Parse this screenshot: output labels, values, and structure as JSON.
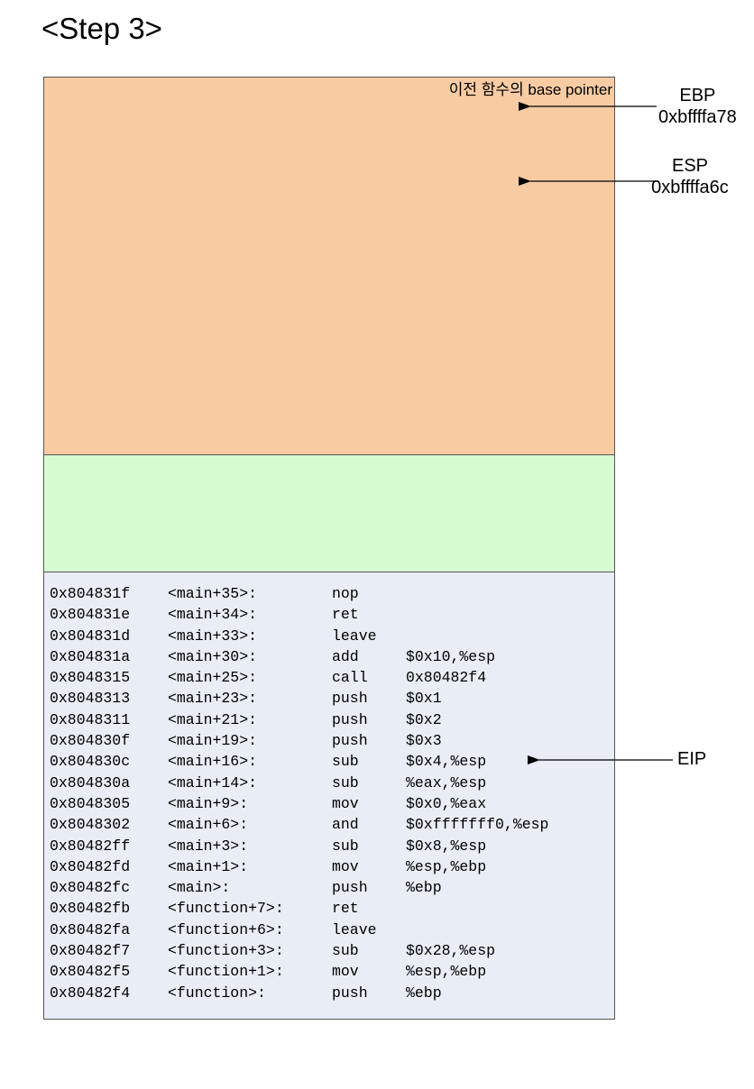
{
  "title": "<Step 3>",
  "stack_frame": {
    "label": "이전 함수의 base pointer"
  },
  "registers": {
    "ebp": {
      "name": "EBP",
      "value": "0xbffffa78"
    },
    "esp": {
      "name": "ESP",
      "value": "0xbffffa6c"
    },
    "eip": {
      "name": "EIP"
    }
  },
  "code": [
    {
      "addr": "0x804831f",
      "sym": "<main+35>:",
      "op": "nop",
      "arg": ""
    },
    {
      "addr": "0x804831e",
      "sym": "<main+34>:",
      "op": "ret",
      "arg": ""
    },
    {
      "addr": "0x804831d",
      "sym": "<main+33>:",
      "op": "leave",
      "arg": ""
    },
    {
      "addr": "0x804831a",
      "sym": "<main+30>:",
      "op": "add",
      "arg": "$0x10,%esp"
    },
    {
      "addr": "0x8048315",
      "sym": "<main+25>:",
      "op": "call",
      "arg": "0x80482f4"
    },
    {
      "addr": "0x8048313",
      "sym": "<main+23>:",
      "op": "push",
      "arg": "$0x1"
    },
    {
      "addr": "0x8048311",
      "sym": "<main+21>:",
      "op": "push",
      "arg": "$0x2"
    },
    {
      "addr": "0x804830f",
      "sym": "<main+19>:",
      "op": "push",
      "arg": "$0x3"
    },
    {
      "addr": "0x804830c",
      "sym": "<main+16>:",
      "op": "sub",
      "arg": "$0x4,%esp"
    },
    {
      "addr": "0x804830a",
      "sym": "<main+14>:",
      "op": "sub",
      "arg": "%eax,%esp"
    },
    {
      "addr": "0x8048305",
      "sym": "<main+9>:",
      "op": "mov",
      "arg": "$0x0,%eax"
    },
    {
      "addr": "0x8048302",
      "sym": "<main+6>:",
      "op": "and",
      "arg": "$0xfffffff0,%esp"
    },
    {
      "addr": "0x80482ff",
      "sym": "<main+3>:",
      "op": "sub",
      "arg": "$0x8,%esp"
    },
    {
      "addr": "0x80482fd",
      "sym": "<main+1>:",
      "op": "mov",
      "arg": "%esp,%ebp"
    },
    {
      "addr": "0x80482fc",
      "sym": "<main>:",
      "op": "push",
      "arg": "%ebp"
    },
    {
      "addr": "0x80482fb",
      "sym": "<function+7>:",
      "op": "ret",
      "arg": ""
    },
    {
      "addr": "0x80482fa",
      "sym": "<function+6>:",
      "op": "leave",
      "arg": ""
    },
    {
      "addr": "0x80482f7",
      "sym": "<function+3>:",
      "op": "sub",
      "arg": "$0x28,%esp"
    },
    {
      "addr": "0x80482f5",
      "sym": "<function+1>:",
      "op": "mov",
      "arg": "%esp,%ebp"
    },
    {
      "addr": "0x80482f4",
      "sym": "<function>:",
      "op": "push",
      "arg": "%ebp"
    }
  ]
}
